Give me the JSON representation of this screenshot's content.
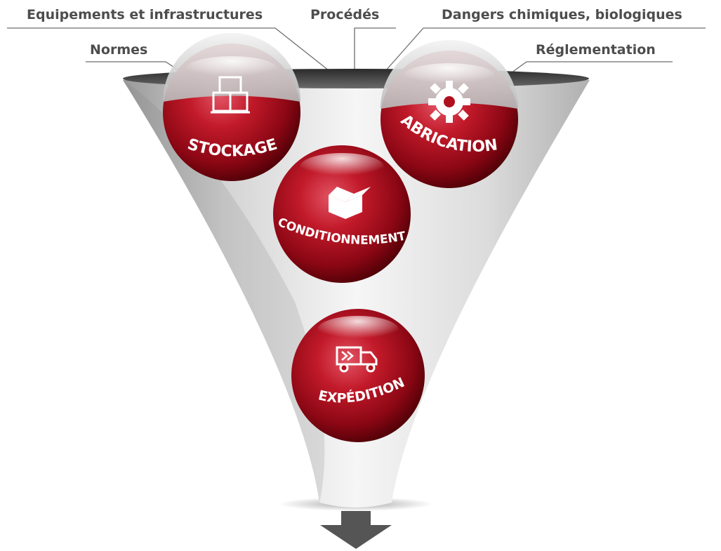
{
  "labels": {
    "equipements": "Equipements et infrastructures",
    "procedes": "Procédés",
    "dangers": "Dangers chimiques, biologiques",
    "normes": "Normes",
    "reglementation": "Réglementation"
  },
  "spheres": {
    "stockage": {
      "label": "STOCKAGE",
      "icon": "pallet-boxes-icon"
    },
    "fabrication": {
      "label": "FABRICATION",
      "icon": "gear-icon"
    },
    "conditionnement": {
      "label": "CONDITIONNEMENT",
      "icon": "open-box-icon"
    },
    "expedition": {
      "label": "EXPÉDITION",
      "icon": "delivery-truck-icon"
    }
  },
  "colors": {
    "sphere_red": "#b0101e",
    "sphere_dark": "#5a0008",
    "funnel_light": "#f4f4f4",
    "funnel_dark": "#9a9a9a",
    "arrow": "#555555",
    "label_text": "#4d4d4d"
  }
}
